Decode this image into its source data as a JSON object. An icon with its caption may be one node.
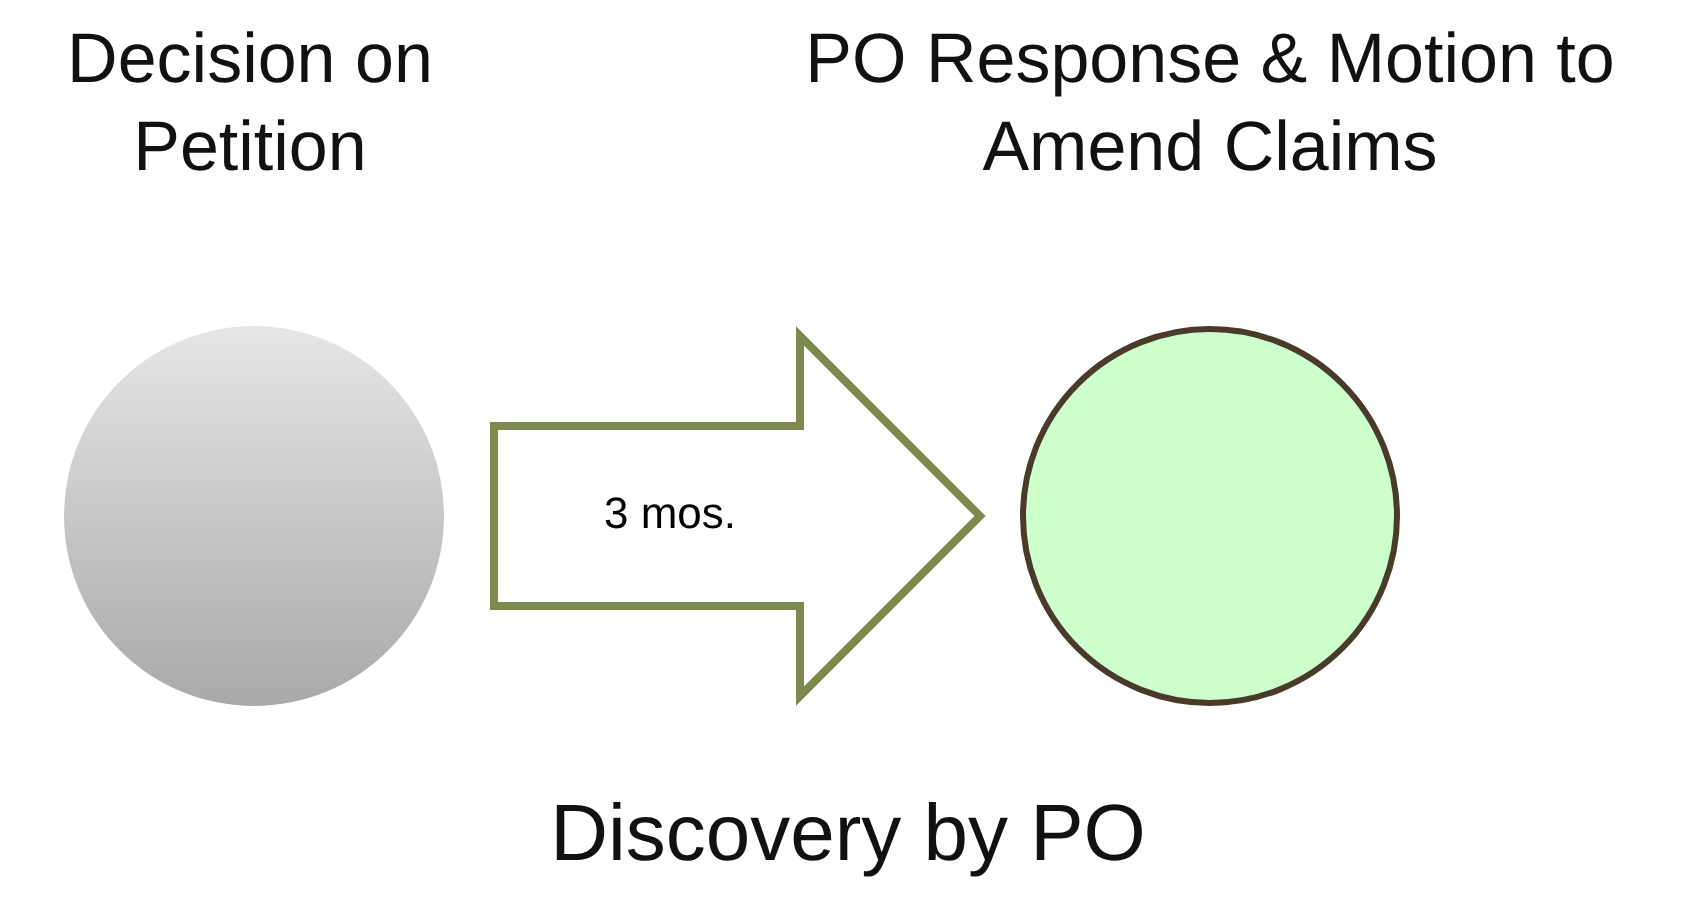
{
  "diagram": {
    "nodes": [
      {
        "text": [
          "Decision on Petition"
        ]
      },
      {
        "text": [
          "PO Response & Motion to Amend Claims"
        ]
      }
    ],
    "edges": [
      {
        "from": 0,
        "to": 1,
        "arrow": "to",
        "label": "3 mos."
      }
    ],
    "labels": [
      "Discovery by PO"
    ]
  }
}
